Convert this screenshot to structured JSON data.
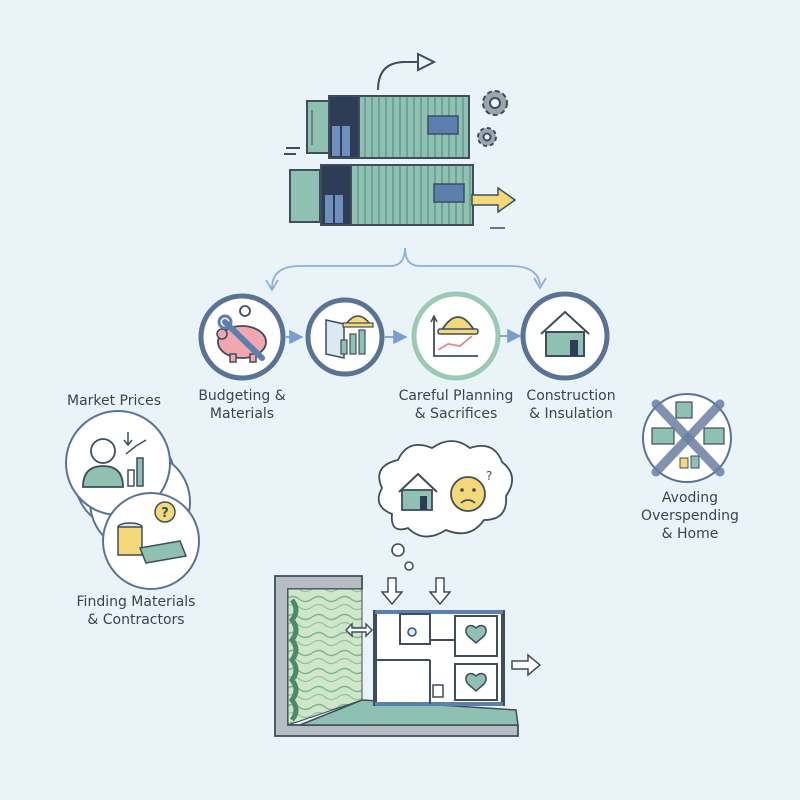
{
  "steps": [
    {
      "icon": "piggy-bank-icon",
      "line1": "Budgeting &",
      "line2": "Materials"
    },
    {
      "icon": "chart-hardhat-icon",
      "line1": "",
      "line2": ""
    },
    {
      "icon": "hardhat-graph-icon",
      "line1": "Careful Planning",
      "line2": "& Sacrifices"
    },
    {
      "icon": "house-icon",
      "line1": "Construction",
      "line2": "& Insulation"
    }
  ],
  "left": {
    "market_prices": "Market Prices",
    "finding_line1": "Finding Materials",
    "finding_line2": "& Contractors"
  },
  "right": {
    "line1": "Avoding",
    "line2": "Overspending",
    "line3": "& Home"
  },
  "colors": {
    "background": "#e9f3f8",
    "container": "#8fc1b2",
    "ring_blue": "#5a7394",
    "ring_green": "#9cc9b4",
    "accent_yellow": "#f3d97a",
    "pink": "#f2a7b0",
    "outline": "#3f4d5c"
  }
}
